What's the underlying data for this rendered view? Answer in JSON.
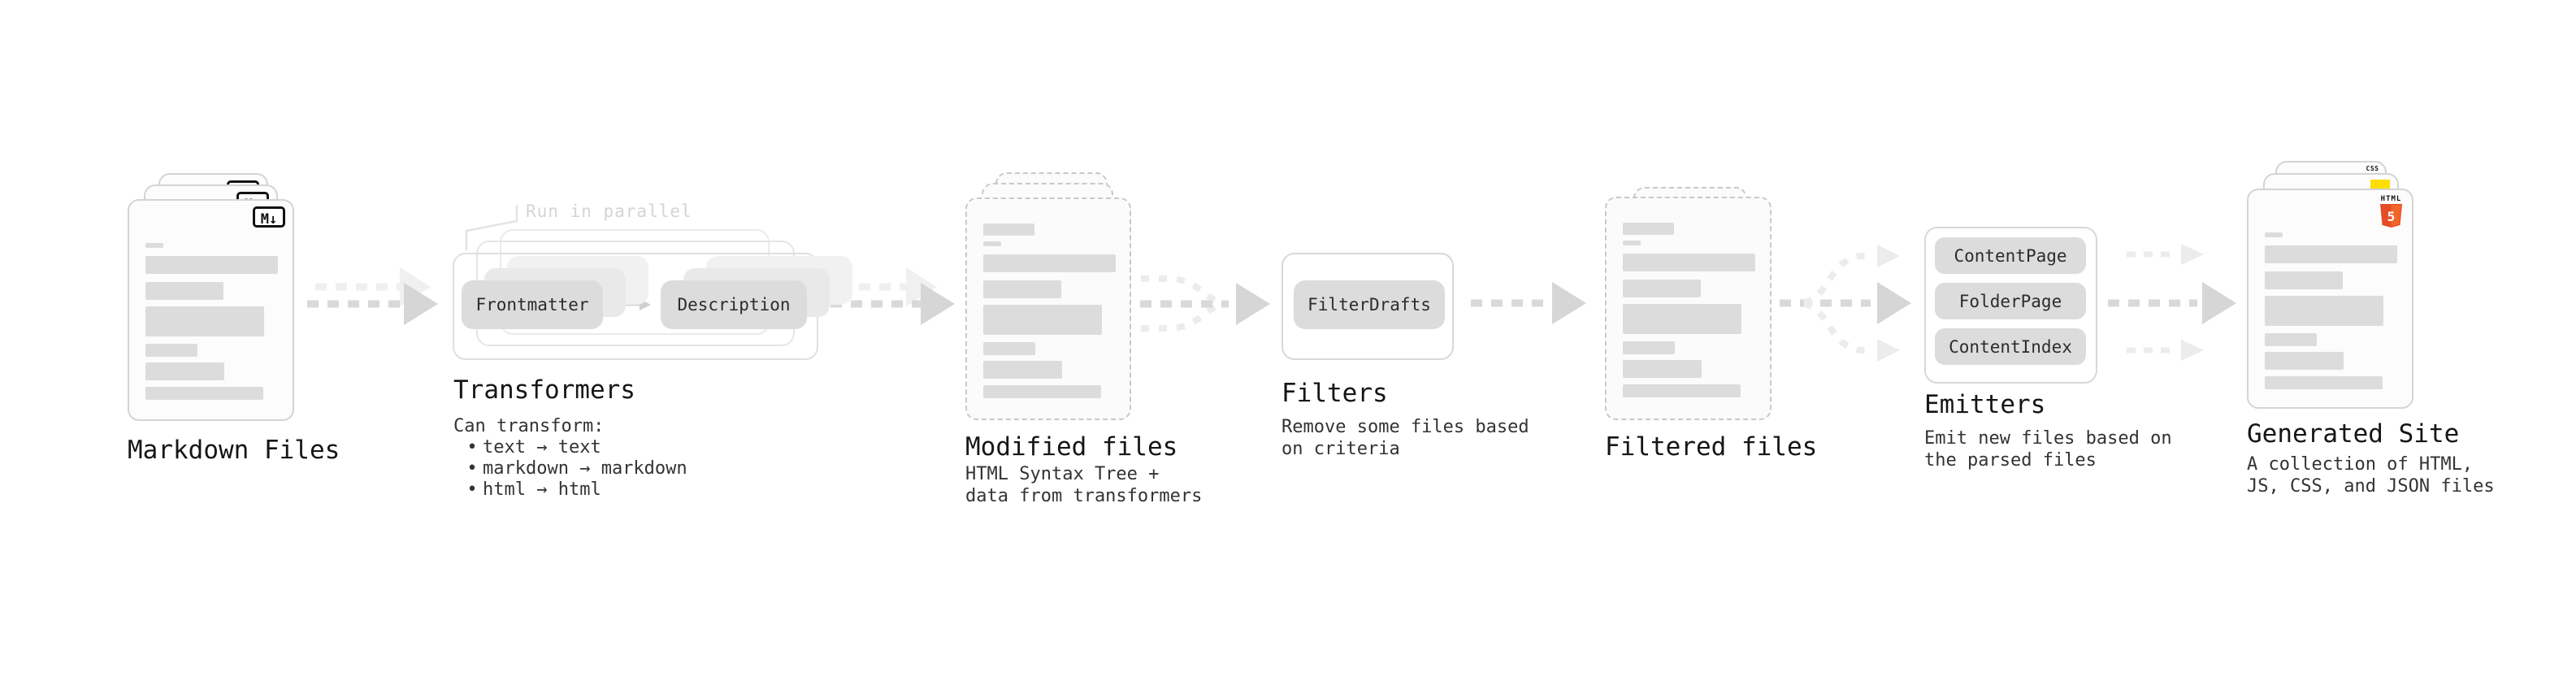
{
  "sections": {
    "markdown_files": {
      "label": "Markdown Files",
      "badge": "M↓"
    },
    "transformers": {
      "heading": "Transformers",
      "note": "Run in parallel",
      "pill_frontmatter": "Frontmatter",
      "pill_description": "Description",
      "desc_title": "Can transform:",
      "bullet_char": "•",
      "bullets": [
        "text → text",
        "markdown → markdown",
        "html → html"
      ]
    },
    "modified_files": {
      "label": "Modified files",
      "sublines": [
        "HTML Syntax Tree +",
        "data from transformers"
      ]
    },
    "filters": {
      "heading": "Filters",
      "pill": "FilterDrafts",
      "sublines": [
        "Remove some files based",
        "on criteria"
      ]
    },
    "filtered_files": {
      "label": "Filtered files"
    },
    "emitters": {
      "heading": "Emitters",
      "pills": [
        "ContentPage",
        "FolderPage",
        "ContentIndex"
      ],
      "sublines": [
        "Emit new files based on",
        "the parsed files"
      ]
    },
    "generated_site": {
      "label": "Generated Site",
      "sublines": [
        "A collection of HTML,",
        "JS, CSS, and JSON files"
      ],
      "badge_html": "HTML",
      "badge_html_number": "5",
      "badge_css": "CSS"
    }
  },
  "colors": {
    "html5_orange": "#e44d26",
    "js_yellow": "#ffde00",
    "css_blue": "#2f6fed",
    "arrow_dark": "#d6d6d6",
    "arrow_light": "#efefef"
  }
}
